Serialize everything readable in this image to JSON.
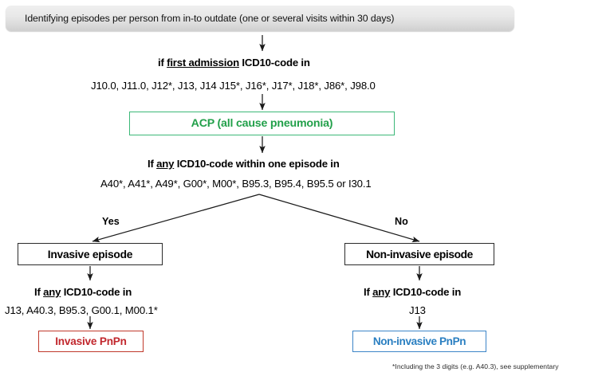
{
  "figure": {
    "title_banner": "Identifying episodes per person from in-to outdate  (one or several visits within 30 days)",
    "footnote": "*Including  the 3 digits (e.g. A40.3), see supplementary"
  },
  "colors": {
    "acp_green": "#22a04a",
    "acp_border": "#3cb878",
    "invasive_red": "#c1272d",
    "invasive_border": "#c0392b",
    "noninvasive_blue": "#2a7fc1",
    "noninvasive_border": "#3d85c8",
    "box_black": "#000000",
    "banner_gray": "#e4e4e4",
    "arrow": "#1a1a1a"
  },
  "steps": {
    "step1_question": {
      "prefix": "if ",
      "emphasis": "first admission",
      "suffix": " ICD10-code in"
    },
    "step1_codes": "J10.0, J11.0, J12*, J13,  J14  J15*, J16*, J17*, J18*, J86*, J98.0",
    "acp_box_label": "ACP (all cause pneumonia)",
    "step2_question": {
      "prefix": "If ",
      "emphasis": "any",
      "suffix": " ICD10-code within one episode in"
    },
    "step2_codes": "A40*, A41*, A49*, G00*, M00*, B95.3, B95.4, B95.5 or I30.1",
    "branch_yes_label": "Yes",
    "branch_no_label": "No",
    "left": {
      "episode_box_label": "Invasive episode",
      "question": {
        "prefix": "If ",
        "emphasis": "any",
        "suffix": " ICD10-code in"
      },
      "codes": "J13, A40.3, B95.3, G00.1, M00.1*",
      "result_box_label": "Invasive PnPn"
    },
    "right": {
      "episode_box_label": "Non-invasive episode",
      "question": {
        "prefix": "If ",
        "emphasis": "any",
        "suffix": " ICD10-code in"
      },
      "codes": "J13",
      "result_box_label": "Non-invasive PnPn"
    }
  }
}
